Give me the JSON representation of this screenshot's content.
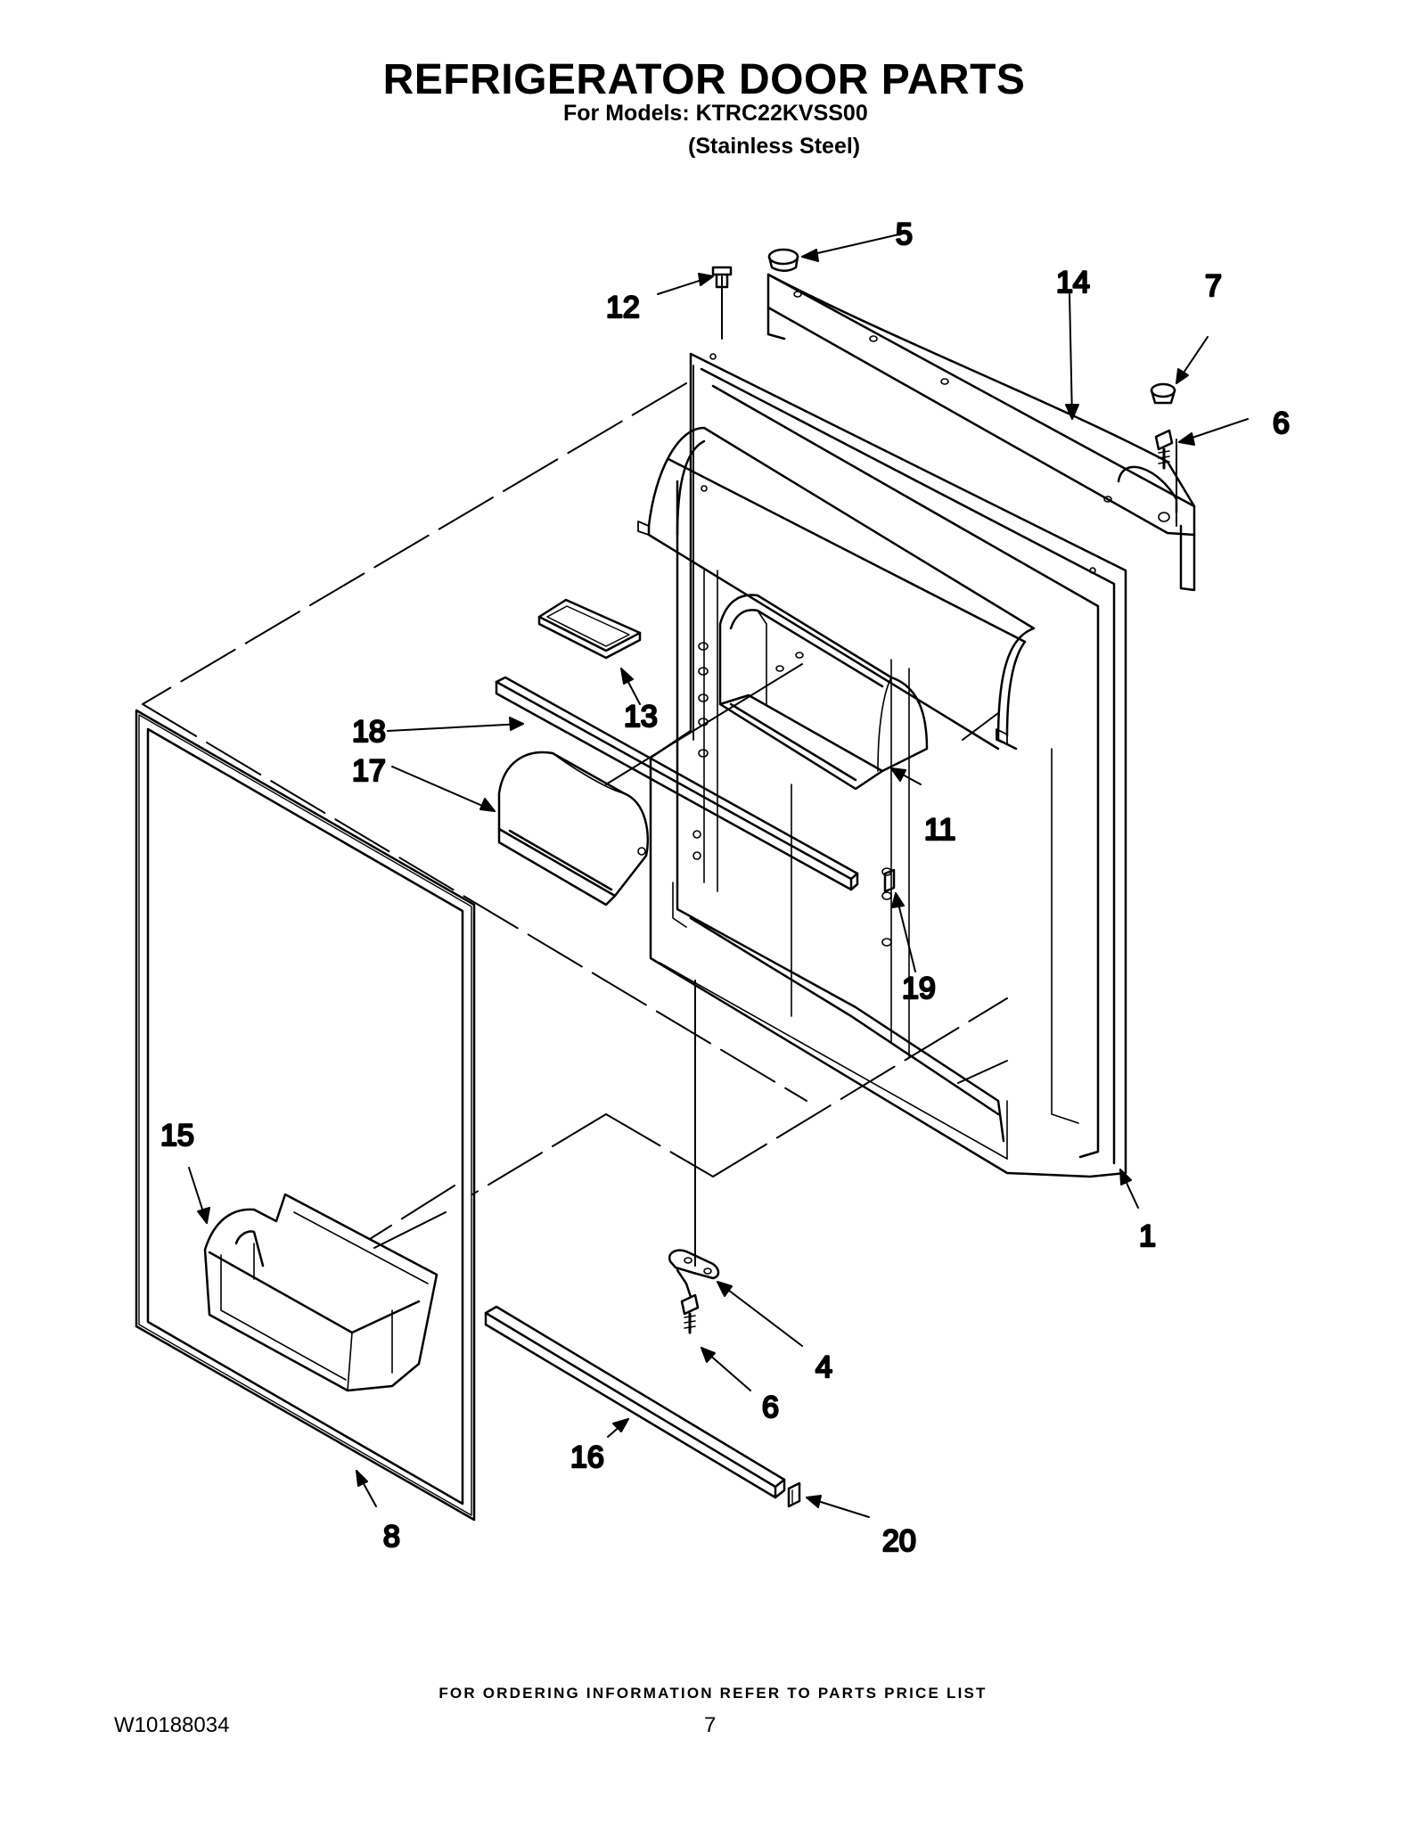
{
  "header": {
    "title": "REFRIGERATOR DOOR PARTS",
    "models_line": "For Models: KTRC22KVSS00",
    "finish_line": "(Stainless Steel)"
  },
  "diagram": {
    "callouts": [
      "1",
      "4",
      "5",
      "6",
      "6",
      "7",
      "8",
      "11",
      "12",
      "13",
      "14",
      "15",
      "16",
      "17",
      "18",
      "19",
      "20"
    ]
  },
  "footer": {
    "ordering_note": "FOR ORDERING INFORMATION REFER TO PARTS PRICE LIST",
    "doc_number": "W10188034",
    "page_number": "7"
  }
}
